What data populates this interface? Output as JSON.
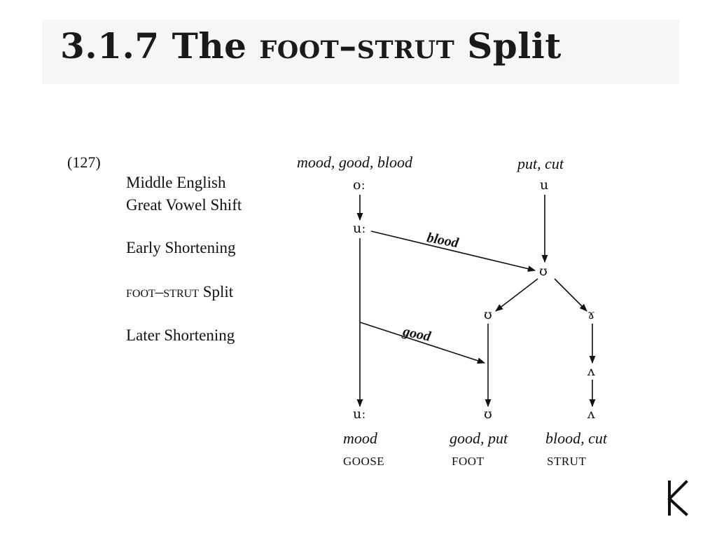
{
  "title": {
    "number": "3.1.7",
    "pre": "The",
    "small_caps": "foot–strut",
    "post": "Split"
  },
  "example_number": "(127)",
  "stages": [
    {
      "label": "Middle English",
      "small_caps": false
    },
    {
      "label": "Great Vowel Shift",
      "small_caps": false
    },
    {
      "label": "Early Shortening",
      "small_caps": false
    },
    {
      "label": "foot–strut",
      "small_caps": true,
      "suffix": "Split"
    },
    {
      "label": "Later Shortening",
      "small_caps": false
    }
  ],
  "column_headers": [
    "mood, good, blood",
    "put, cut"
  ],
  "vowels": {
    "me_long": "oː",
    "me_short": "u",
    "gvs": "uː",
    "early_short": "ʊ",
    "split_left": "ʊ",
    "split_right": "ɤ",
    "strut_mid": "ʌ",
    "final_goose": "uː",
    "final_foot": "ʊ",
    "final_strut": "ʌ"
  },
  "arrow_labels": {
    "blood": "blood",
    "good": "good"
  },
  "outcomes": [
    {
      "words": "mood",
      "set": "GOOSE"
    },
    {
      "words": "good, put",
      "set": "FOOT"
    },
    {
      "words": "blood, cut",
      "set": "STRUT"
    }
  ],
  "logo": "corner-logo-icon"
}
